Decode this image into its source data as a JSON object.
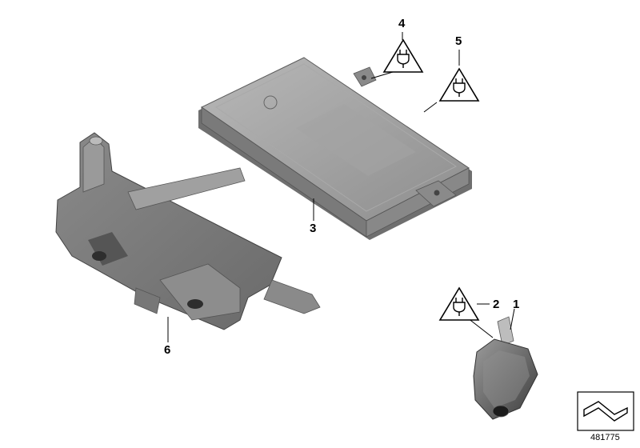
{
  "diagram": {
    "id": "481775",
    "callouts": [
      {
        "number": "1",
        "part": "camera"
      },
      {
        "number": "2",
        "part": "camera-connector-warning"
      },
      {
        "number": "3",
        "part": "control-unit"
      },
      {
        "number": "4",
        "part": "connector-warning-top"
      },
      {
        "number": "5",
        "part": "connector-warning-side"
      },
      {
        "number": "6",
        "part": "mounting-bracket"
      }
    ],
    "warning_icon": "esd-plug-warning-triangle",
    "corner_icon": "parts-symbol-arrow"
  },
  "colors": {
    "part_fill": "#9a9a9a",
    "part_dark": "#5e5e5e",
    "part_light": "#c4c4c4",
    "line": "#000000",
    "background": "#ffffff"
  }
}
